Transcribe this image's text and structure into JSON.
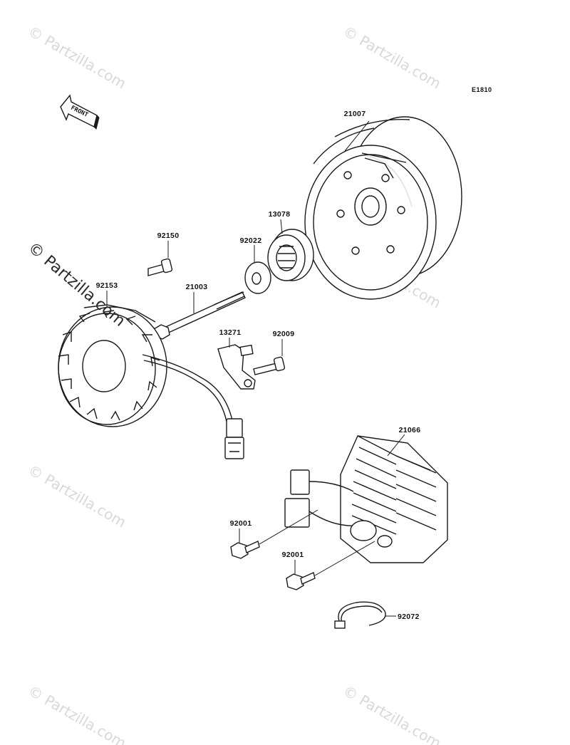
{
  "diagram": {
    "reference_code": "E1810",
    "front_arrow_label": "FRONT",
    "parts": [
      {
        "id": "flywheel",
        "number": "21007"
      },
      {
        "id": "starter-gear",
        "number": "13078"
      },
      {
        "id": "washer",
        "number": "92022"
      },
      {
        "id": "stator-screw",
        "number": "92150"
      },
      {
        "id": "stator",
        "number": "21003"
      },
      {
        "id": "flywheel-bolt",
        "number": "92153"
      },
      {
        "id": "pickup-plate",
        "number": "13271"
      },
      {
        "id": "pickup-bolt",
        "number": "92009"
      },
      {
        "id": "regulator",
        "number": "21066"
      },
      {
        "id": "regulator-bolt-upper",
        "number": "92001"
      },
      {
        "id": "regulator-bolt-lower",
        "number": "92001"
      },
      {
        "id": "cable-band",
        "number": "92072"
      }
    ]
  },
  "watermarks": {
    "faint": "© Partzilla.com",
    "bold": "© Partzilla.com"
  }
}
